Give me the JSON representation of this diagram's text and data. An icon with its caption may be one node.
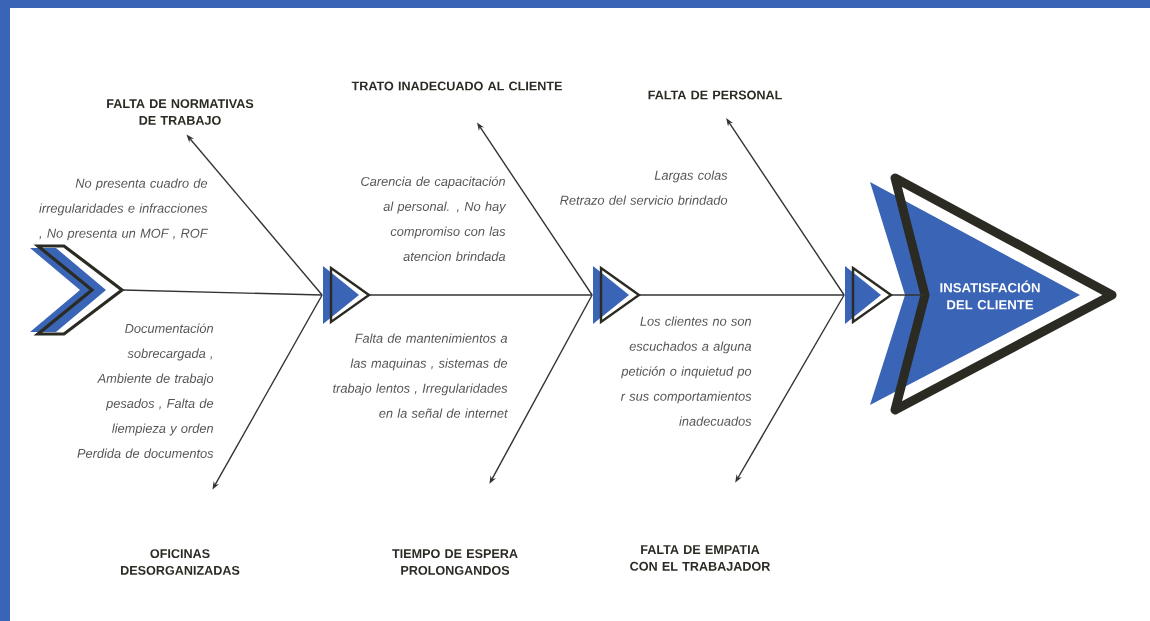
{
  "diagram": {
    "nodes": [
      {
        "text": [],
        "shape": "chevron"
      },
      {
        "text": [],
        "shape": "triangle"
      },
      {
        "text": [],
        "shape": "triangle"
      },
      {
        "text": [],
        "shape": "triangle"
      },
      {
        "text": [
          "INSATISFACIÓN DEL CLIENTE"
        ]
      },
      {
        "text": [
          "FALTA DE NORMATIVAS DE TRABAJO"
        ]
      },
      {
        "text": [
          "OFICINAS DESORGANIZADAS"
        ]
      },
      {
        "text": [
          "TRATO INADECUADO AL CLIENTE"
        ]
      },
      {
        "text": [
          "TIEMPO DE ESPERA PROLONGANDOS"
        ]
      },
      {
        "text": [
          "FALTA DE PERSONAL"
        ]
      },
      {
        "text": [
          "FALTA DE EMPATIA CON EL TRABAJADOR"
        ]
      }
    ],
    "edges": [
      {
        "from": 0,
        "to": 1,
        "arrow": "none"
      },
      {
        "from": 1,
        "to": 2,
        "arrow": "none"
      },
      {
        "from": 2,
        "to": 3,
        "arrow": "none"
      },
      {
        "from": 3,
        "to": 4,
        "arrow": "none"
      },
      {
        "from": 1,
        "to": 5,
        "arrow": "to"
      },
      {
        "from": 1,
        "to": 6,
        "arrow": "to"
      },
      {
        "from": 2,
        "to": 7,
        "arrow": "to"
      },
      {
        "from": 2,
        "to": 8,
        "arrow": "to"
      },
      {
        "from": 3,
        "to": 9,
        "arrow": "to"
      },
      {
        "from": 3,
        "to": 10,
        "arrow": "to"
      }
    ],
    "labels": [
      "No presenta cuadro de irregularidades e infracciones , No presenta un MOF , ROF",
      "Documentación sobrecargada , Ambiente de trabajo pesados , Falta de liempieza y orden Perdida de documentos",
      "Carencia de capacitación al personal. , No hay compromiso con las atencion brindada",
      "Falta de mantenimientos a las maquinas , sistemas de trabajo lentos , Irregularidades en la señal de internet",
      "Largas colas",
      "Retrazo del servicio brindado",
      "Los clientes no son escuchados a alguna petición o inquietud po r sus comportamientos inadecuados"
    ]
  }
}
